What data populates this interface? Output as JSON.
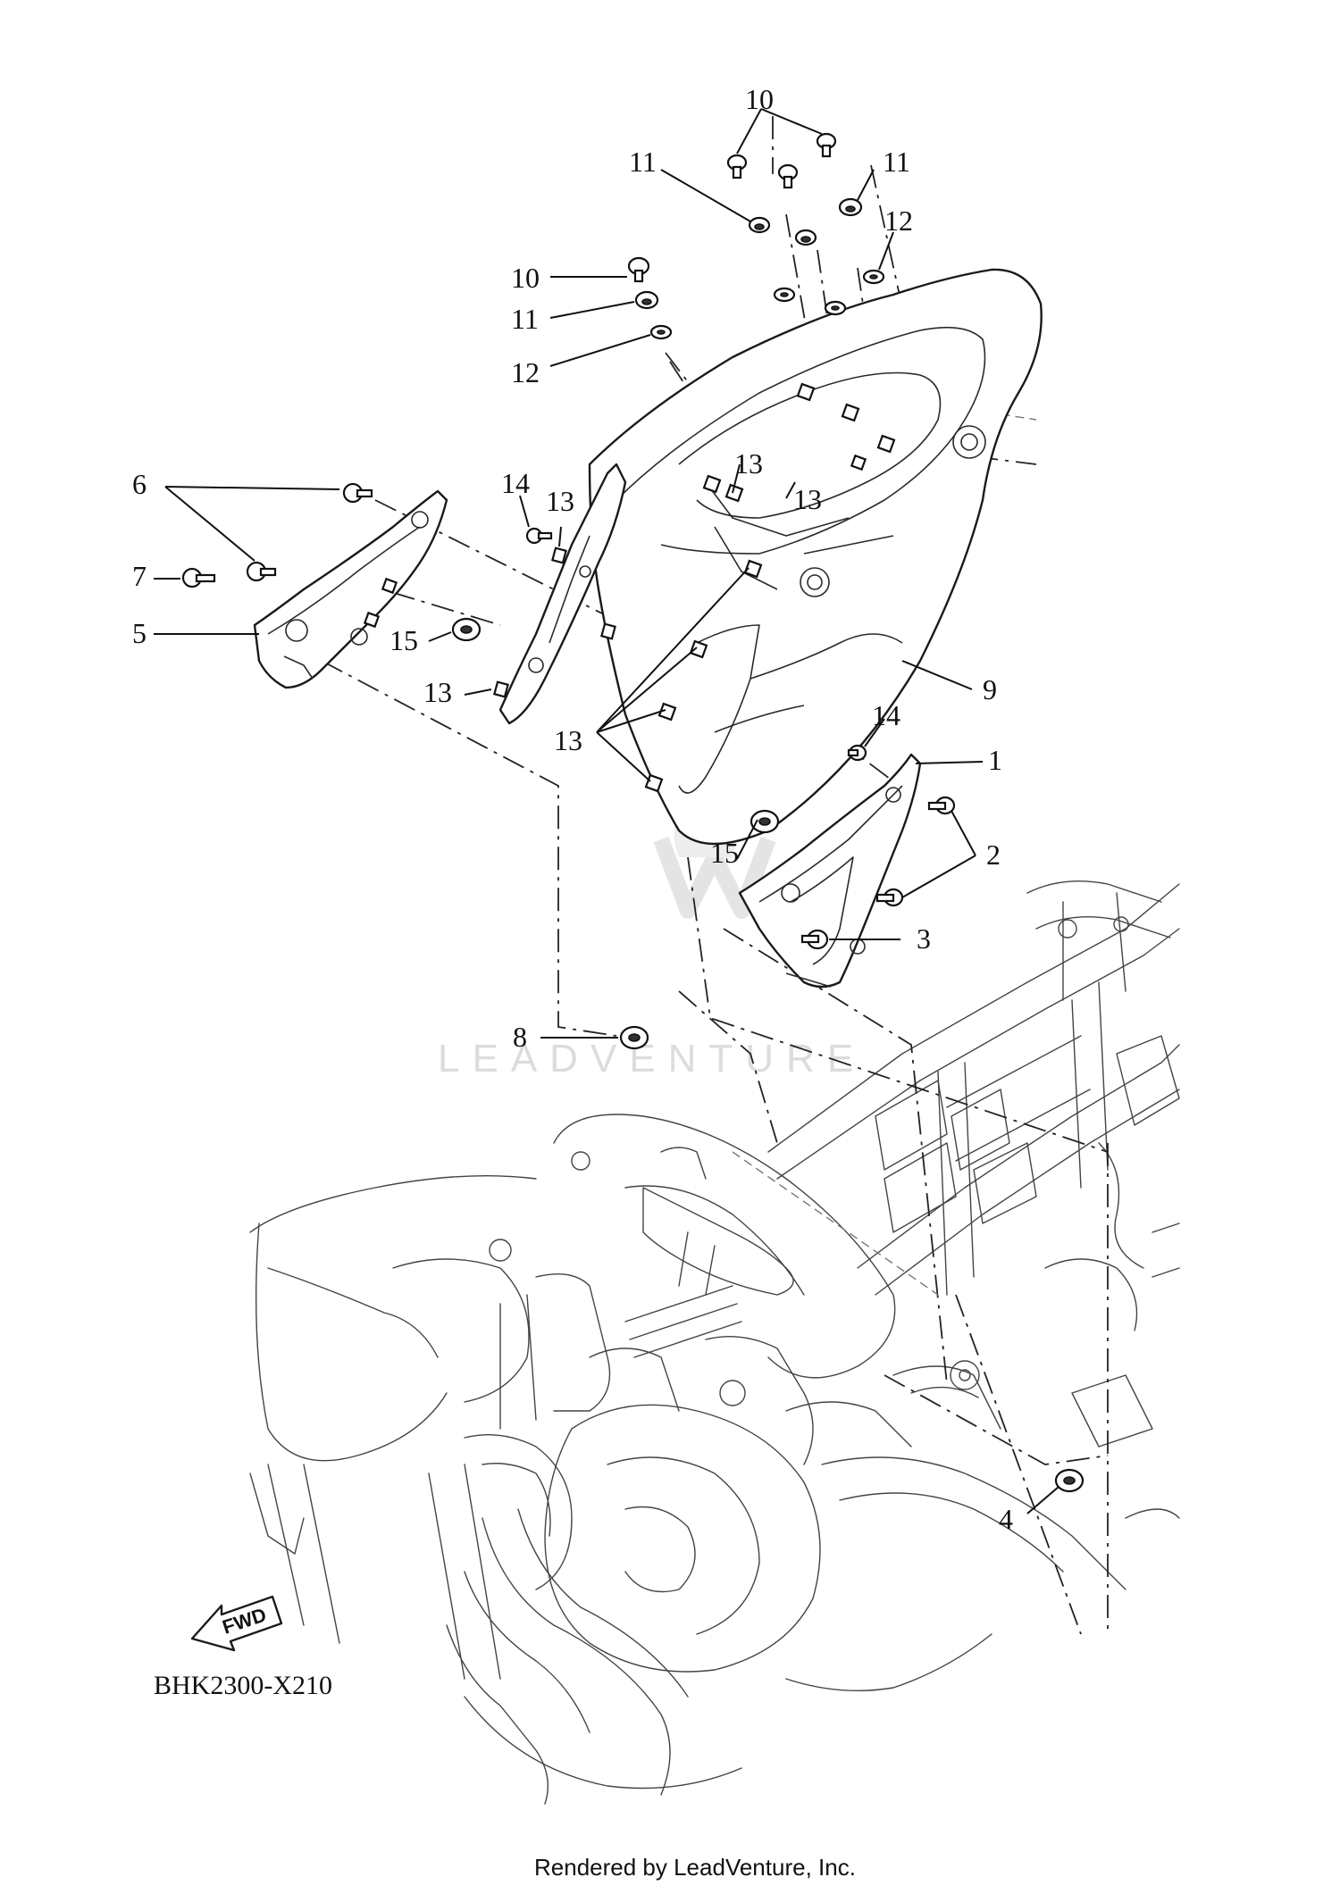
{
  "callouts": {
    "c1": "1",
    "c2": "2",
    "c3": "3",
    "c4": "4",
    "c5": "5",
    "c6": "6",
    "c7": "7",
    "c8": "8",
    "c9": "9",
    "c10a": "10",
    "c10b": "10",
    "c11a": "11",
    "c11b": "11",
    "c11c": "11",
    "c12a": "12",
    "c12b": "12",
    "c13a": "13",
    "c13b": "13",
    "c13c": "13",
    "c13d": "13",
    "c13e": "13",
    "c14a": "14",
    "c14b": "14",
    "c15a": "15",
    "c15b": "15"
  },
  "fwd_label": "FWD",
  "diagram_code": "BHK2300-X210",
  "watermark": "LEADVENTURE",
  "footer": "Rendered by LeadVenture, Inc."
}
